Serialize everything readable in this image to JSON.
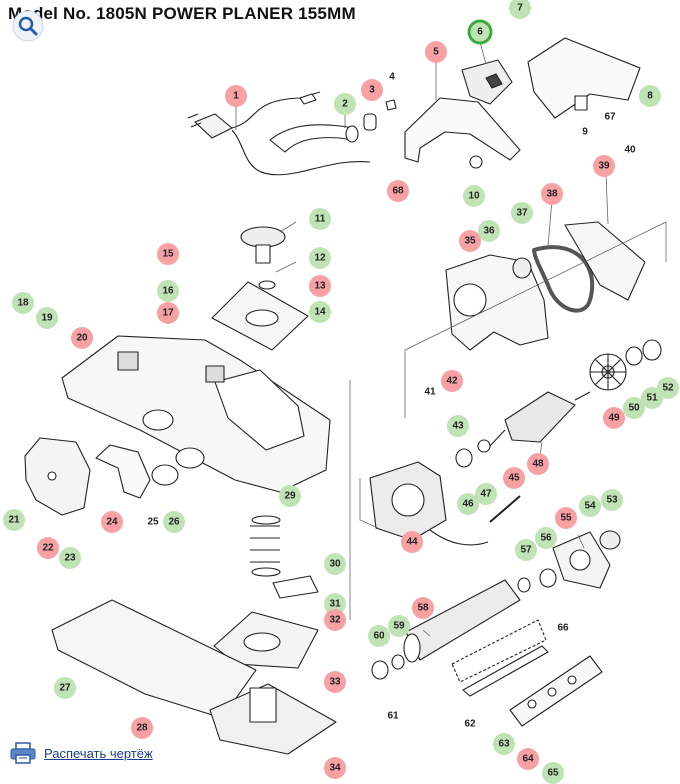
{
  "title": "Model No. 1805N  POWER PLANER 155MM",
  "print_label": "Распечать чертёж",
  "colors": {
    "red": "#f7a1a5",
    "green": "#bfe3b4",
    "selected_ring": "#3bab3b",
    "link": "#1a3d8f"
  },
  "icons": {
    "zoom": "magnifier-icon",
    "print": "printer-icon"
  },
  "callouts": [
    {
      "n": "1",
      "c": "red"
    },
    {
      "n": "2",
      "c": "green"
    },
    {
      "n": "3",
      "c": "red"
    },
    {
      "n": "4",
      "c": "none"
    },
    {
      "n": "5",
      "c": "red"
    },
    {
      "n": "6",
      "c": "green",
      "selected": true
    },
    {
      "n": "7",
      "c": "green"
    },
    {
      "n": "8",
      "c": "green"
    },
    {
      "n": "9",
      "c": "none"
    },
    {
      "n": "10",
      "c": "green"
    },
    {
      "n": "11",
      "c": "green"
    },
    {
      "n": "12",
      "c": "green"
    },
    {
      "n": "13",
      "c": "red"
    },
    {
      "n": "14",
      "c": "green"
    },
    {
      "n": "15",
      "c": "red"
    },
    {
      "n": "16",
      "c": "green"
    },
    {
      "n": "17",
      "c": "red"
    },
    {
      "n": "18",
      "c": "green"
    },
    {
      "n": "19",
      "c": "green"
    },
    {
      "n": "20",
      "c": "red"
    },
    {
      "n": "21",
      "c": "green"
    },
    {
      "n": "22",
      "c": "red"
    },
    {
      "n": "23",
      "c": "green"
    },
    {
      "n": "24",
      "c": "red"
    },
    {
      "n": "25",
      "c": "none"
    },
    {
      "n": "26",
      "c": "green"
    },
    {
      "n": "27",
      "c": "green"
    },
    {
      "n": "28",
      "c": "red"
    },
    {
      "n": "29",
      "c": "green"
    },
    {
      "n": "30",
      "c": "green"
    },
    {
      "n": "31",
      "c": "green"
    },
    {
      "n": "32",
      "c": "red"
    },
    {
      "n": "33",
      "c": "red"
    },
    {
      "n": "34",
      "c": "red"
    },
    {
      "n": "35",
      "c": "red"
    },
    {
      "n": "36",
      "c": "green"
    },
    {
      "n": "37",
      "c": "green"
    },
    {
      "n": "38",
      "c": "red"
    },
    {
      "n": "39",
      "c": "red"
    },
    {
      "n": "40",
      "c": "none"
    },
    {
      "n": "41",
      "c": "none"
    },
    {
      "n": "42",
      "c": "red"
    },
    {
      "n": "43",
      "c": "green"
    },
    {
      "n": "44",
      "c": "red"
    },
    {
      "n": "45",
      "c": "red"
    },
    {
      "n": "46",
      "c": "green"
    },
    {
      "n": "47",
      "c": "green"
    },
    {
      "n": "48",
      "c": "red"
    },
    {
      "n": "49",
      "c": "red"
    },
    {
      "n": "50",
      "c": "green"
    },
    {
      "n": "51",
      "c": "green"
    },
    {
      "n": "52",
      "c": "green"
    },
    {
      "n": "53",
      "c": "green"
    },
    {
      "n": "54",
      "c": "green"
    },
    {
      "n": "55",
      "c": "red"
    },
    {
      "n": "56",
      "c": "green"
    },
    {
      "n": "57",
      "c": "green"
    },
    {
      "n": "58",
      "c": "red"
    },
    {
      "n": "59",
      "c": "green"
    },
    {
      "n": "60",
      "c": "green"
    },
    {
      "n": "61",
      "c": "none"
    },
    {
      "n": "62",
      "c": "none"
    },
    {
      "n": "63",
      "c": "green"
    },
    {
      "n": "64",
      "c": "red"
    },
    {
      "n": "65",
      "c": "green"
    },
    {
      "n": "66",
      "c": "none"
    },
    {
      "n": "67",
      "c": "none"
    },
    {
      "n": "68",
      "c": "red"
    }
  ]
}
